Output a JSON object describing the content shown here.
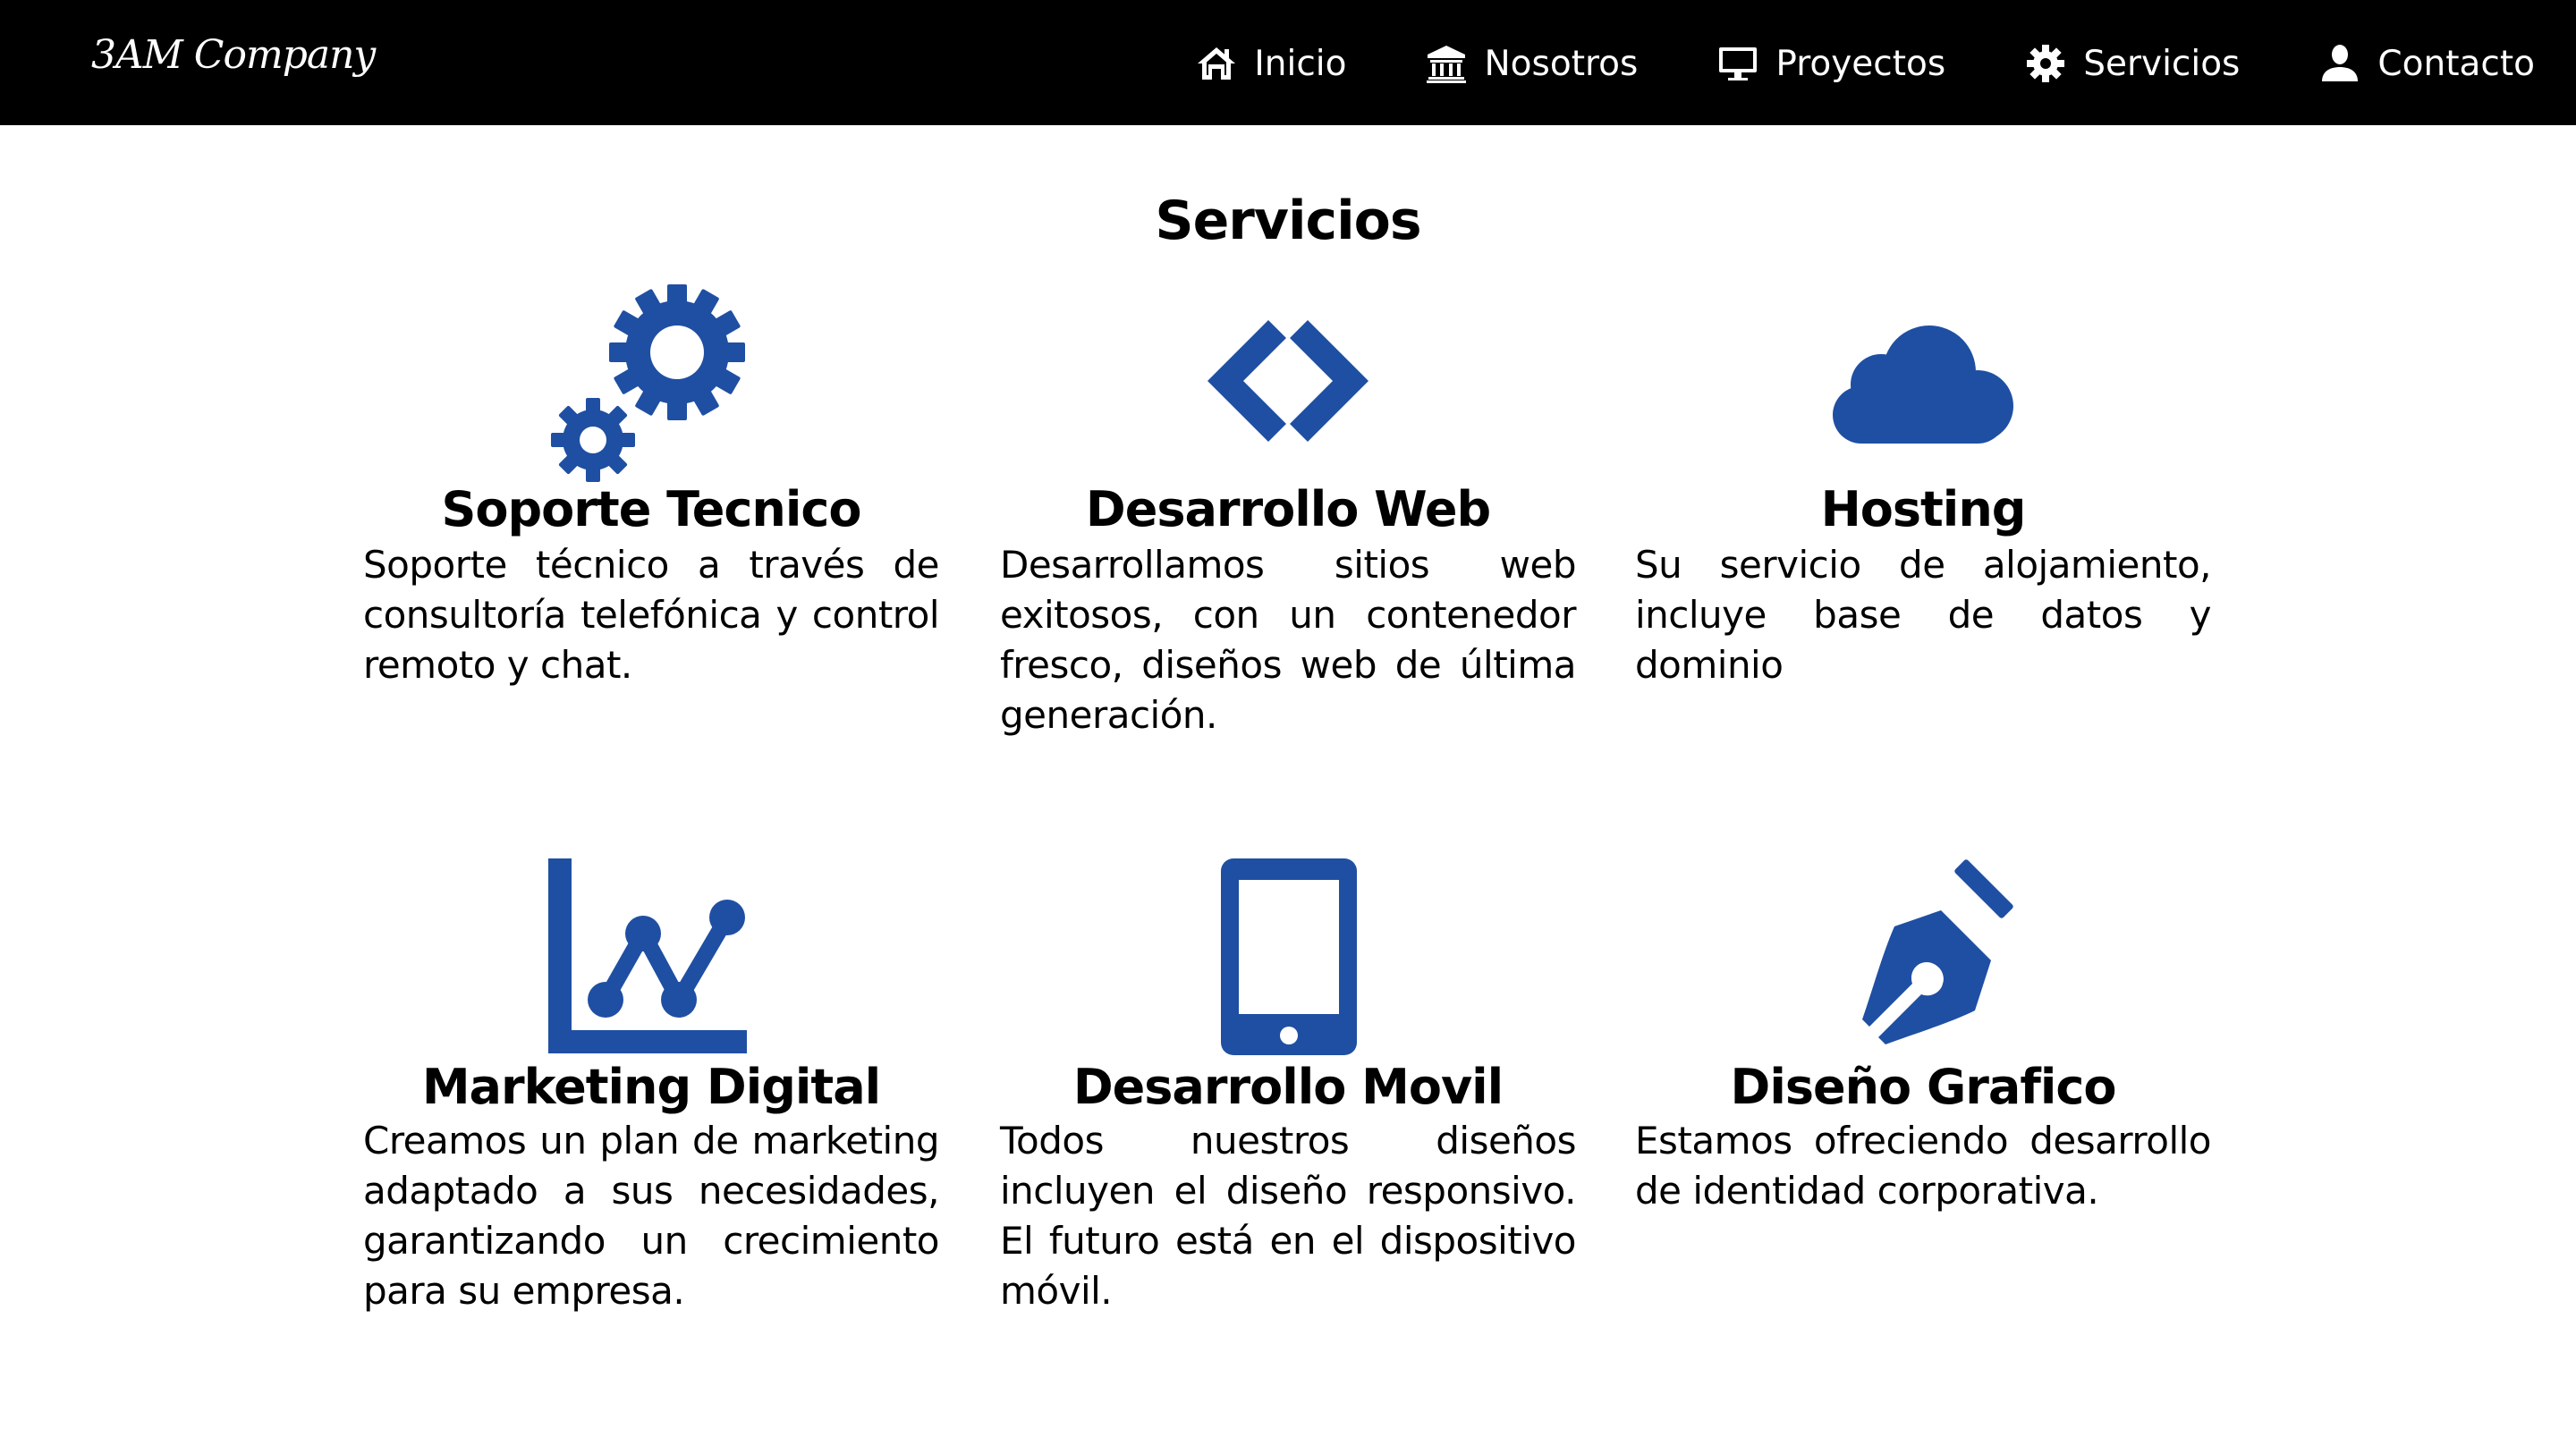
{
  "header": {
    "brand": "3AM Company",
    "nav": [
      {
        "label": "Inicio",
        "icon": "home-icon"
      },
      {
        "label": "Nosotros",
        "icon": "bank-icon"
      },
      {
        "label": "Proyectos",
        "icon": "monitor-icon"
      },
      {
        "label": "Servicios",
        "icon": "gear-icon"
      },
      {
        "label": "Contacto",
        "icon": "user-icon"
      }
    ]
  },
  "main": {
    "title": "Servicios",
    "services": [
      {
        "title": "Soporte Tecnico",
        "description": "Soporte técnico a través de consultoría telefónica y control remoto y chat.",
        "icon": "gears-icon"
      },
      {
        "title": "Desarrollo Web",
        "description": "Desarrollamos sitios web exitosos, con un contenedor fresco, diseños web de última generación.",
        "icon": "code-icon"
      },
      {
        "title": "Hosting",
        "description": "Su servicio de alojamiento, incluye base de datos y dominio",
        "icon": "cloud-icon"
      },
      {
        "title": "Marketing Digital",
        "description": "Creamos un plan de marketing adaptado a sus necesidades, garantizando un crecimiento para su empresa.",
        "icon": "line-chart-icon"
      },
      {
        "title": "Desarrollo Movil",
        "description": "Todos nuestros diseños incluyen el diseño responsivo. El futuro está en el dispositivo móvil.",
        "icon": "tablet-icon"
      },
      {
        "title": "Diseño Grafico",
        "description": "Estamos ofreciendo desarrollo de identidad corporativa.",
        "icon": "pen-nib-icon"
      }
    ]
  },
  "colors": {
    "header_bg": "#000000",
    "accent": "#1f4fa3",
    "text": "#000000",
    "background": "#ffffff"
  }
}
